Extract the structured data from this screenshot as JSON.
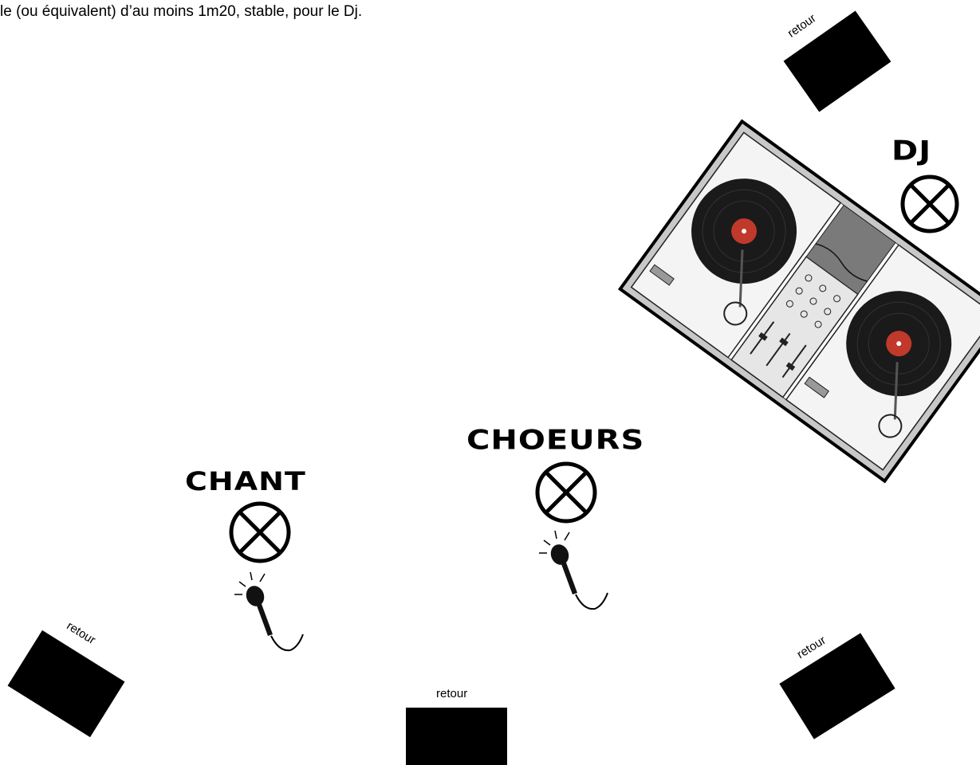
{
  "header": {
    "note": "le (ou équivalent) d’au moins 1m20, stable, pour le Dj."
  },
  "positions": {
    "dj": {
      "label": "DJ",
      "icon": "cross-circle-icon"
    },
    "choeurs": {
      "label": "CHOEURS",
      "icon": "cross-circle-icon"
    },
    "chant": {
      "label": "CHANT",
      "icon": "cross-circle-icon"
    }
  },
  "monitors": {
    "top_right": "retour",
    "bottom_left": "retour",
    "bottom_center": "retour",
    "bottom_right": "retour"
  },
  "equipment": {
    "turntables": "turntable-icon",
    "mixer": "mixer-icon",
    "microphones": "microphone-icon"
  },
  "colors": {
    "ink": "#000000",
    "deck_frame": "#c8c8c8",
    "cable_panel": "#7a7a7a",
    "record_label": "#c0392b"
  }
}
